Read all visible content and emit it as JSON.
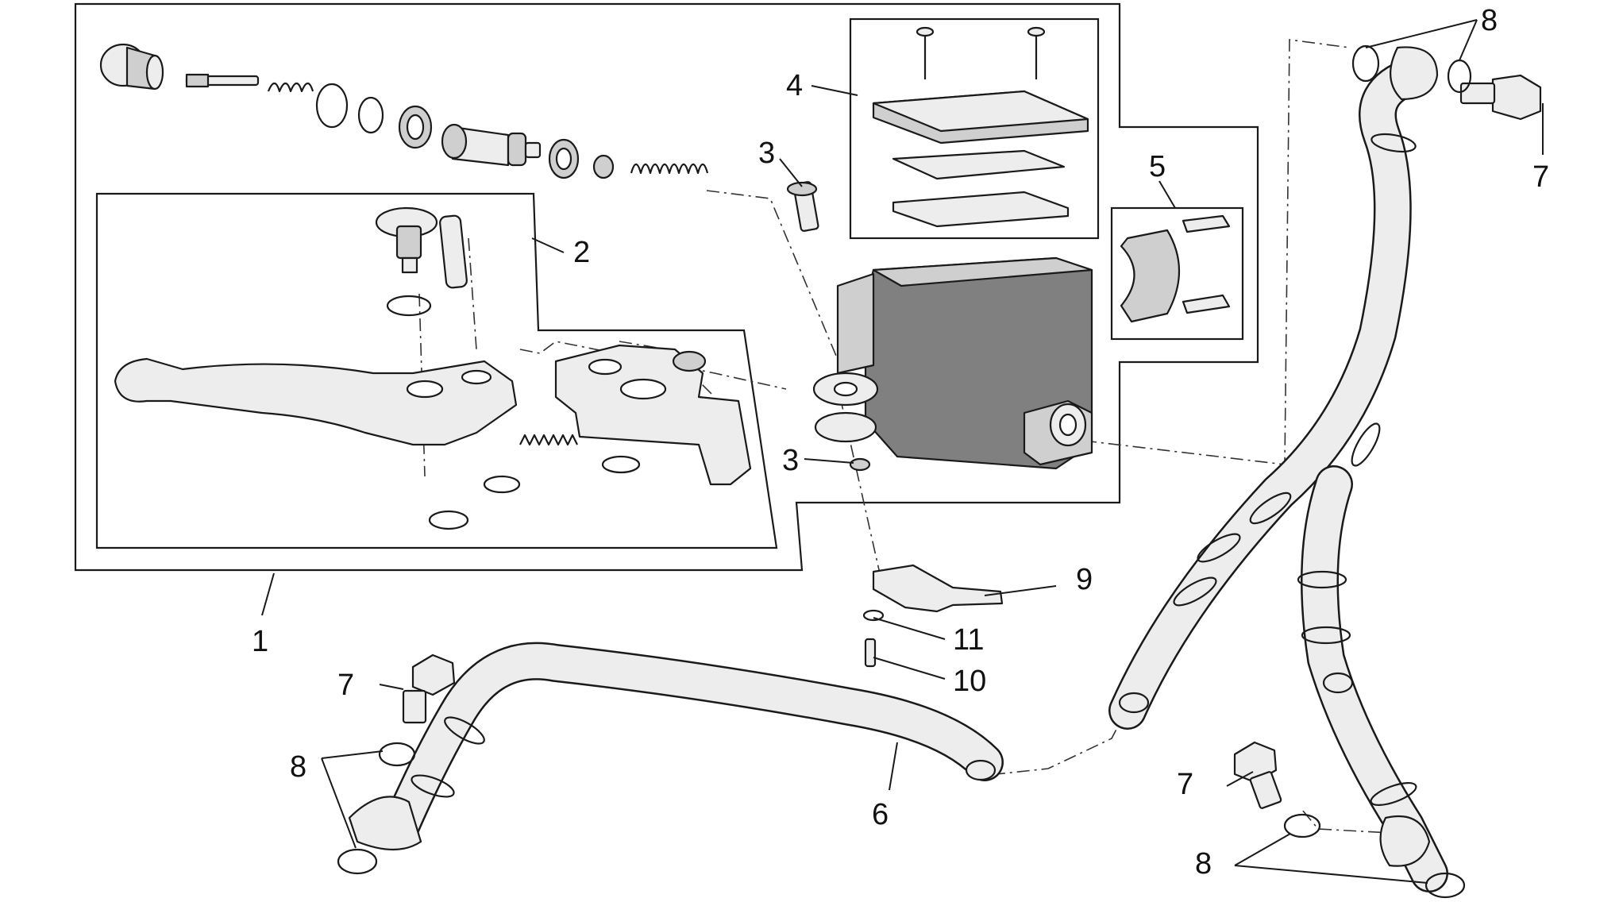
{
  "diagram": {
    "callouts": [
      "1",
      "2",
      "3",
      "3",
      "4",
      "5",
      "6",
      "7",
      "7",
      "7",
      "8",
      "8",
      "8",
      "9",
      "10",
      "11"
    ]
  }
}
